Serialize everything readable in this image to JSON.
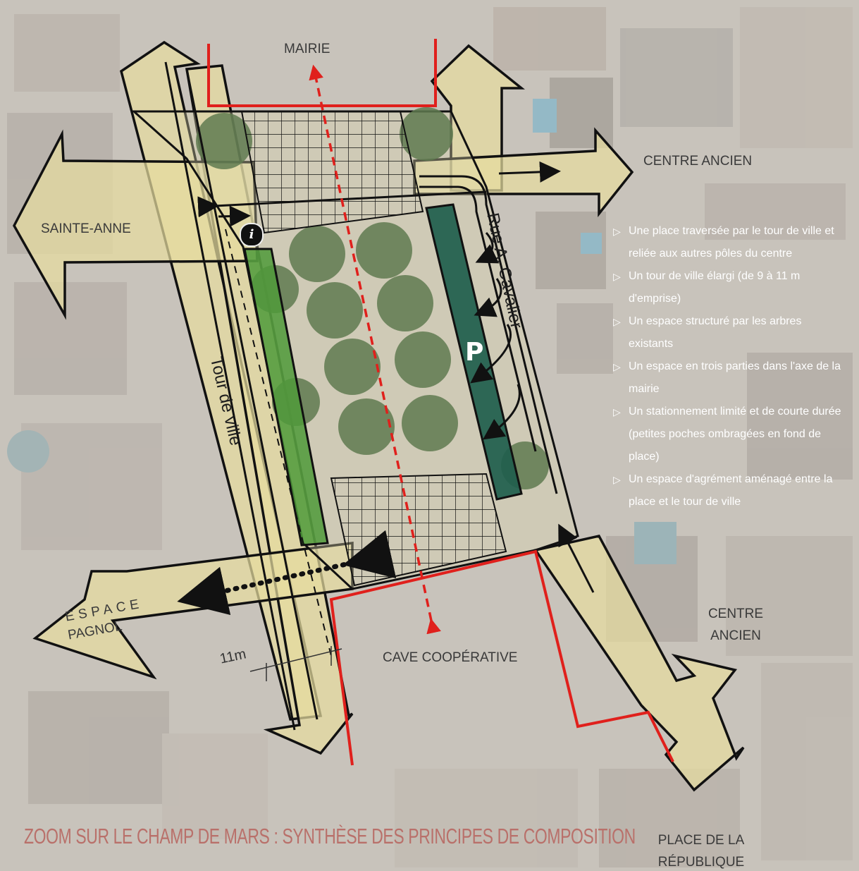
{
  "title": "ZOOM SUR LE CHAMP DE MARS : SYNTHÈSE DES PRINCIPES DE COMPOSITION",
  "colors": {
    "arrow_fill": "#e6dca0",
    "highlight_red": "#e0201c",
    "parking_green": "#1f5e4d",
    "planted_green": "#4f9a3a",
    "title_color": "#b9706a"
  },
  "labels": {
    "mairie": "MAIRIE",
    "centre_ancien_east": "CENTRE ANCIEN",
    "sainte_anne": "SAINTE-ANNE",
    "espace": "ESPACE",
    "pagnol": "PAGNOL",
    "centre_ancien_se": "CENTRE ANCIEN",
    "cave": "CAVE COOPÉRATIVE",
    "republique": "PLACE DE LA RÉPUBLIQUE"
  },
  "streets": {
    "tour_de_ville": "Tour de ville",
    "rue_cavalier": "Rue A. Cavalier"
  },
  "dimension": "11m",
  "parking_symbol": "P",
  "info_symbol": "i",
  "legend": {
    "items": [
      "Une place traversée par le tour de ville et reliée aux autres pôles du centre",
      "Un tour de ville élargi (de 9 à 11 m d'emprise)",
      "Un espace structuré par les arbres existants",
      "Un espace en trois parties dans l'axe de la mairie",
      "Un stationnement limité et de courte durée (petites poches ombragées en fond de place)",
      "Un espace d'agrément aménagé entre la place et le tour de ville"
    ]
  }
}
